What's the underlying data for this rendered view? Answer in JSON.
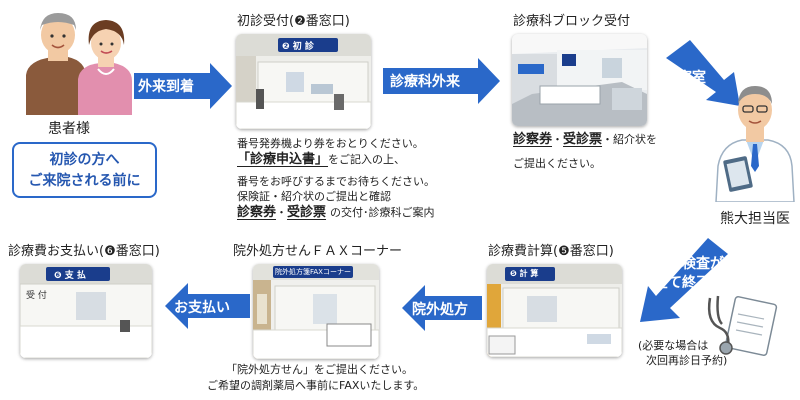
{
  "colors": {
    "arrow": "#2a68c9",
    "accent_text": "#2557b0",
    "wall": "#f1f1ee",
    "counter": "#ffffff",
    "sign": "#1a3d8c"
  },
  "patient": {
    "label": "患者様",
    "box_line1": "初診の方へ",
    "box_line2": "ご来院される前に"
  },
  "steps": {
    "first_reception": {
      "title": "初診受付(❷番窓口)",
      "sign_text": "❷ 初 診",
      "note_line1": "番号発券機より券をおとりください。",
      "form_name": "「診療申込書」",
      "note_line2_suffix": "をご記入の上、",
      "note_line3": "番号をお呼びするまでお待ちください。",
      "note_line4": "保険証・紹介状のご提出と確認",
      "ticket_term": "診察券",
      "dot": "・",
      "slip_term": "受診票",
      "note_line5_suffix": "の交付･診療科ご案内"
    },
    "block_reception": {
      "title": "診療科ブロック受付",
      "ticket_term": "診察券",
      "dot": "・",
      "slip_term": "受診票",
      "note_line1_suffix": "・紹介状を",
      "note_line2": "ご提出ください。"
    },
    "doctor": {
      "label": "熊大担当医"
    },
    "fee_calc": {
      "title": "診療費計算(❺番窓口)",
      "sign_text": "❺ 計 算"
    },
    "fax_corner": {
      "title": "院外処方せんＦＡＸコーナー",
      "sign_text": "院外処方箋FAXコーナー",
      "note_line1": "「院外処方せん」をご提出ください。",
      "note_line2": "ご希望の調剤薬局へ事前にFAXいたします。"
    },
    "payment": {
      "title": "診療費お支払い(❻番窓口)",
      "sign_text": "❻ 支 払",
      "counter_text": "受 付"
    }
  },
  "arrows": {
    "arrival": "外来到着",
    "to_department": "診療科外来",
    "to_exam_room": "診察室",
    "exam_done_line1": "診察や検査が",
    "exam_done_line2": "全て終了",
    "external_prescription": "院外処方",
    "to_payment": "お支払い"
  },
  "followup": {
    "line1": "(必要な場合は",
    "line2": "次回再診日予約)"
  }
}
